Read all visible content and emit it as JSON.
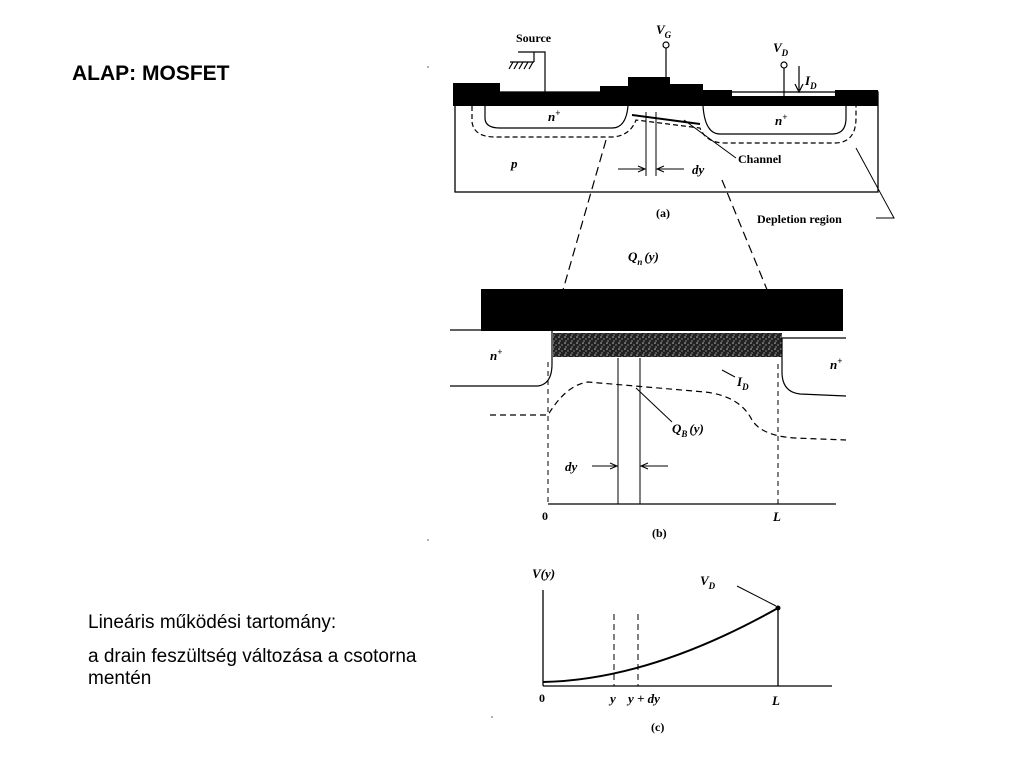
{
  "slide": {
    "title": "ALAP: MOSFET",
    "caption_line1": "Lineáris működési tartomány:",
    "caption_line2": "a drain feszültség változása a csotorna mentén"
  },
  "figure_a": {
    "source": "Source",
    "vg_main": "V",
    "vg_sub": "G",
    "vd_main": "V",
    "vd_sub": "D",
    "id_main": "I",
    "id_sub": "D",
    "n_plus_left": "n",
    "n_plus_right": "n",
    "plus": "+",
    "p_label": "p",
    "channel": "Channel",
    "dy": "dy",
    "depletion": "Depletion region",
    "caption": "(a)"
  },
  "figure_b": {
    "qn_main": "Q",
    "qn_sub": "n",
    "qn_arg": "(y)",
    "qb_main": "Q",
    "qb_sub": "B",
    "qb_arg": "(y)",
    "id_main": "I",
    "id_sub": "D",
    "n_plus_left": "n",
    "n_plus_right": "n",
    "plus": "+",
    "dy": "dy",
    "zero": "0",
    "L": "L",
    "caption": "(b)"
  },
  "figure_c": {
    "ylabel": "V(y)",
    "vd_main": "V",
    "vd_sub": "D",
    "zero": "0",
    "y": "y",
    "ydy": "y + dy",
    "L": "L",
    "caption": "(c)"
  },
  "colors": {
    "ink": "#000000",
    "paper": "#ffffff"
  }
}
